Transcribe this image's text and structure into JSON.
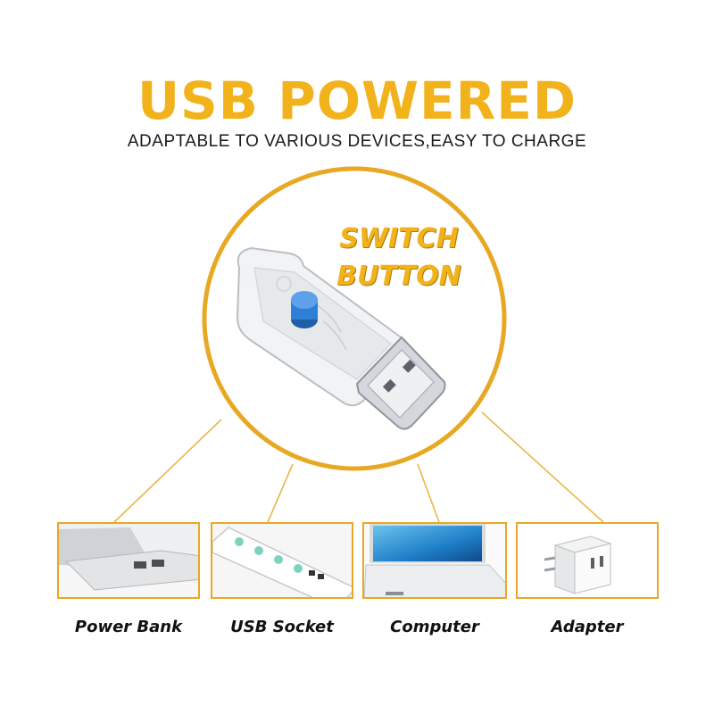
{
  "header": {
    "title": "USB POWERED",
    "subtitle": "ADAPTABLE TO VARIOUS DEVICES,EASY TO CHARGE"
  },
  "callout": {
    "line1": "SWITCH",
    "line2": "BUTTON"
  },
  "devices": [
    {
      "label": "Power Bank",
      "icon": "power-bank-icon"
    },
    {
      "label": "USB Socket",
      "icon": "power-strip-icon"
    },
    {
      "label": "Computer",
      "icon": "laptop-icon"
    },
    {
      "label": "Adapter",
      "icon": "wall-adapter-icon"
    }
  ],
  "colors": {
    "accent": "#f2b21c",
    "border": "#e8a823",
    "button_blue": "#2f7fd6"
  }
}
